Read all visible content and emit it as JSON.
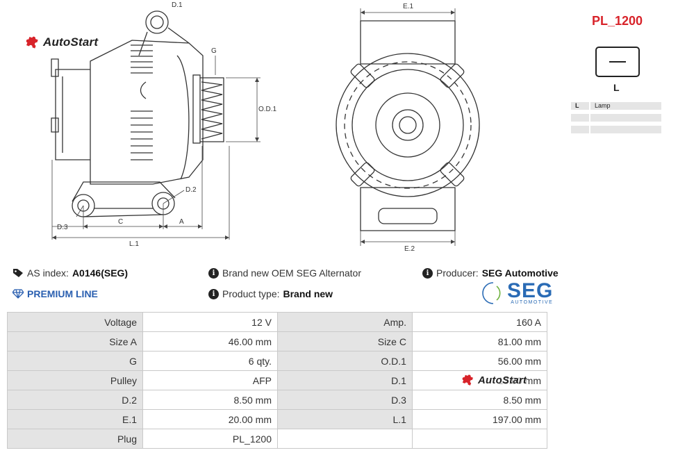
{
  "brand_logo": {
    "name": "AutoStart",
    "icon": "jigsaw-puzzle-icon",
    "color": "#d8232a"
  },
  "drawing_labels": {
    "side": {
      "d1": "D.1",
      "g": "G",
      "od1": "O.D.1",
      "d2": "D.2",
      "d3": "D.3",
      "c": "C",
      "a": "A",
      "l1": "L.1"
    },
    "front": {
      "e1": "E.1",
      "e2": "E.2"
    }
  },
  "plug": {
    "title": "PL_1200",
    "letter": "L",
    "pins": [
      {
        "key": "L",
        "value": "Lamp"
      },
      {
        "key": "",
        "value": ""
      },
      {
        "key": "",
        "value": ""
      }
    ]
  },
  "info": {
    "as_index_label": "AS index:",
    "as_index_value": "A0146(SEG)",
    "premium_line": "PREMIUM LINE",
    "description": "Brand new OEM SEG Alternator",
    "product_type_label": "Product type:",
    "product_type_value": "Brand new",
    "producer_label": "Producer:",
    "producer_value": "SEG Automotive"
  },
  "producer_logo": {
    "word": "SEG",
    "sub": "AUTOMOTIVE",
    "color": "#2a6bb5"
  },
  "params": [
    {
      "l1": "Voltage",
      "v1": "12 V",
      "l2": "Amp.",
      "v2": "160 A"
    },
    {
      "l1": "Size A",
      "v1": "46.00 mm",
      "l2": "Size C",
      "v2": "81.00 mm"
    },
    {
      "l1": "G",
      "v1": "6 qty.",
      "l2": "O.D.1",
      "v2": "56.00 mm"
    },
    {
      "l1": "Pulley",
      "v1": "AFP",
      "l2": "D.1",
      "v2": "13.00 mm"
    },
    {
      "l1": "D.2",
      "v1": "8.50 mm",
      "l2": "D.3",
      "v2": "8.50 mm"
    },
    {
      "l1": "E.1",
      "v1": "20.00 mm",
      "l2": "L.1",
      "v2": "197.00 mm"
    },
    {
      "l1": "Plug",
      "v1": "PL_1200",
      "l2": "",
      "v2": ""
    }
  ],
  "watermark": "AutoStart"
}
